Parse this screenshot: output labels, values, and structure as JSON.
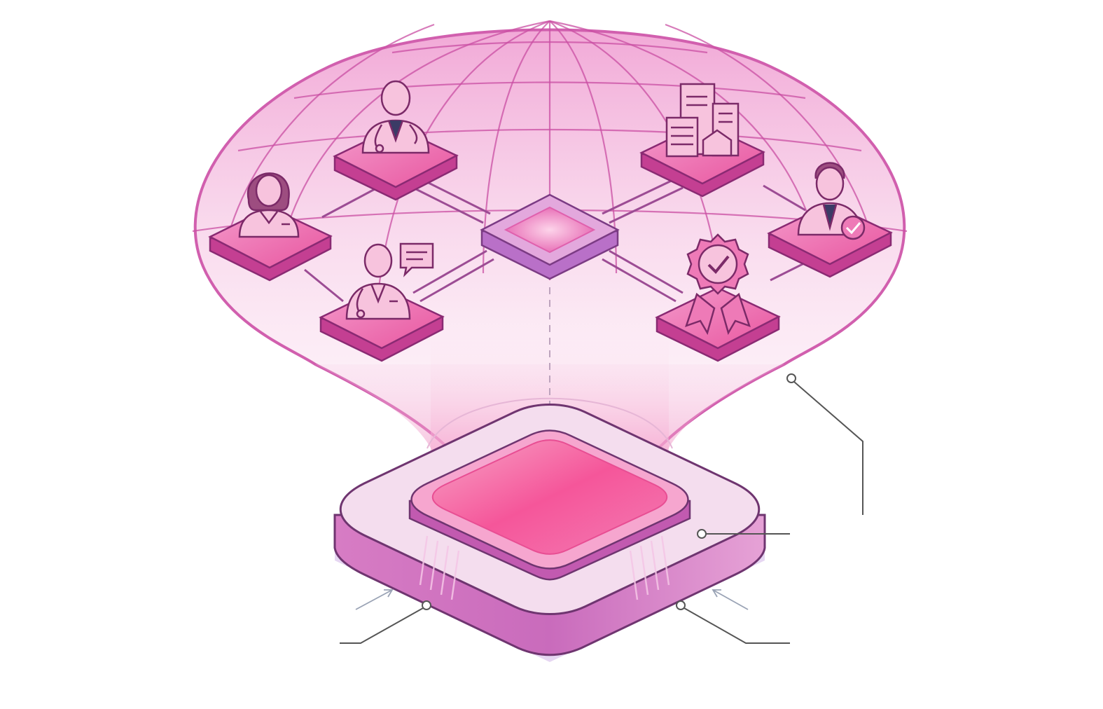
{
  "colors": {
    "dome_fill": "#f4c6e3",
    "dome_stroke": "#d15fae",
    "tile_top": "#ee7ab7",
    "tile_side": "#c43f92",
    "tile_stroke": "#8a2a73",
    "icon_fill": "#f7c3dd",
    "icon_stroke": "#7b2a68",
    "platform_top": "#f4ddee",
    "platform_side": "#b85fb1",
    "platform_shadow": "#dcc5ec",
    "core_pink": "#f5569a",
    "callout_line": "#555555"
  },
  "nodes": [
    {
      "id": "nurse",
      "icon": "nurse-avatar-icon"
    },
    {
      "id": "doctor",
      "icon": "doctor-stethoscope-icon"
    },
    {
      "id": "physician-chat",
      "icon": "physician-message-icon"
    },
    {
      "id": "hub",
      "icon": "central-hub-tile"
    },
    {
      "id": "buildings",
      "icon": "hospital-buildings-icon"
    },
    {
      "id": "approved-professional",
      "icon": "professional-check-icon"
    },
    {
      "id": "accreditation",
      "icon": "accreditation-badge-icon"
    }
  ]
}
